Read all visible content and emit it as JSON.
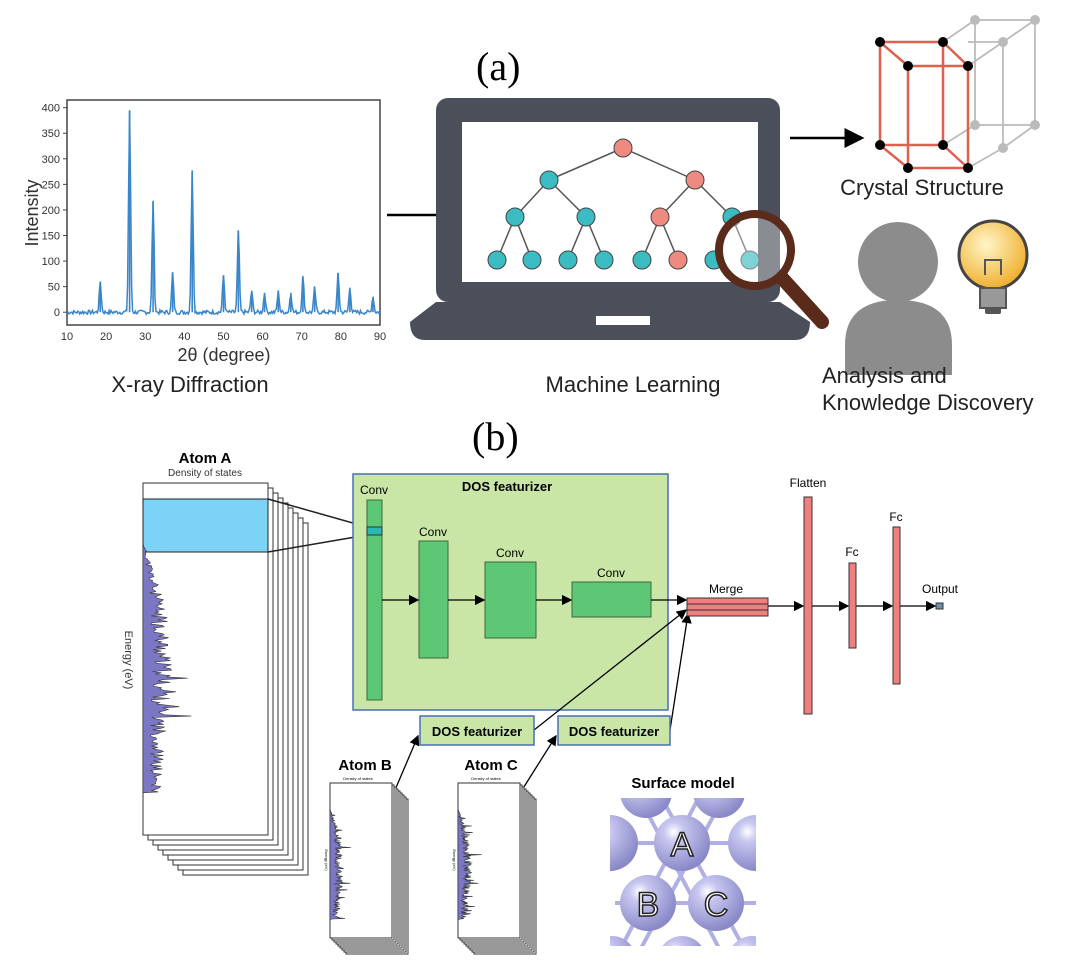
{
  "panel_a": {
    "label": "(a)",
    "xrd_caption": "X-ray Diffraction",
    "ml_caption": "Machine Learning",
    "crystal_caption": "Crystal Structure",
    "analysis_caption_1": "Analysis and",
    "analysis_caption_2": "Knowledge Discovery"
  },
  "panel_b": {
    "label": "(b)",
    "atom_a": "Atom A",
    "atom_b": "Atom B",
    "atom_c": "Atom C",
    "dos_title": "Density of states",
    "energy_label": "Energy (eV)",
    "featurizer_title": "DOS featurizer",
    "conv_labels": [
      "Conv",
      "Conv",
      "Conv",
      "Conv"
    ],
    "merge": "Merge",
    "flatten": "Flatten",
    "fc1": "Fc",
    "fc2": "Fc",
    "output": "Output",
    "small_featurizer_1": "DOS featurizer",
    "small_featurizer_2": "DOS featurizer",
    "surface_title": "Surface model",
    "surface_atoms": [
      "A",
      "B",
      "C"
    ]
  },
  "colors": {
    "xrd_line": "#3a86c8",
    "laptop": "#4a4f5a",
    "node_teal": "#3bbcc2",
    "node_salmon": "#ef8a80",
    "magnifier": "#5a2a1a",
    "crystal_red": "#e0604f",
    "person": "#8c8c8c",
    "bulb": "#f5c242",
    "dos_purple": "#7b77c4",
    "highlight": "#7dd3f5",
    "featurizer_fill": "#c9e6a6",
    "featurizer_border": "#4a6fb5",
    "conv_fill": "#5ec776",
    "fc_red": "#f07f7f",
    "atom_sphere": "#a9a8e0"
  },
  "chart_data": {
    "type": "line",
    "title": "",
    "xlabel": "2θ (degree)",
    "ylabel": "Intensity",
    "xlim": [
      10,
      90
    ],
    "ylim": [
      -25,
      415
    ],
    "xticks": [
      10,
      20,
      30,
      40,
      50,
      60,
      70,
      80,
      90
    ],
    "yticks": [
      0,
      50,
      100,
      150,
      200,
      250,
      300,
      350,
      400
    ],
    "grid": false,
    "peaks": [
      {
        "x": 18.5,
        "y": 60
      },
      {
        "x": 26.0,
        "y": 395
      },
      {
        "x": 32.0,
        "y": 218
      },
      {
        "x": 37.0,
        "y": 77
      },
      {
        "x": 42.0,
        "y": 275
      },
      {
        "x": 50.0,
        "y": 72
      },
      {
        "x": 53.8,
        "y": 160
      },
      {
        "x": 57.2,
        "y": 42
      },
      {
        "x": 60.5,
        "y": 38
      },
      {
        "x": 64.0,
        "y": 40
      },
      {
        "x": 67.2,
        "y": 38
      },
      {
        "x": 70.3,
        "y": 70
      },
      {
        "x": 73.3,
        "y": 48
      },
      {
        "x": 79.3,
        "y": 77
      },
      {
        "x": 82.3,
        "y": 48
      },
      {
        "x": 88.2,
        "y": 30
      }
    ]
  }
}
